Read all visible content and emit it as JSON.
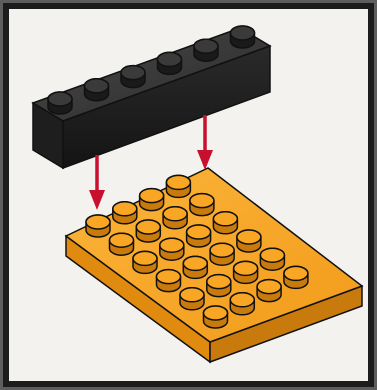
{
  "figure": {
    "background_color": "#f3f2ee",
    "frame_color": "#1a1a1a",
    "brick": {
      "color": "#2b2b2b",
      "studs": 6,
      "rows": 1
    },
    "plate": {
      "color": "#f8a623",
      "studs_per_row": 6,
      "rows": 4
    },
    "arrow_color": "#c8102e",
    "arrows": 2
  }
}
